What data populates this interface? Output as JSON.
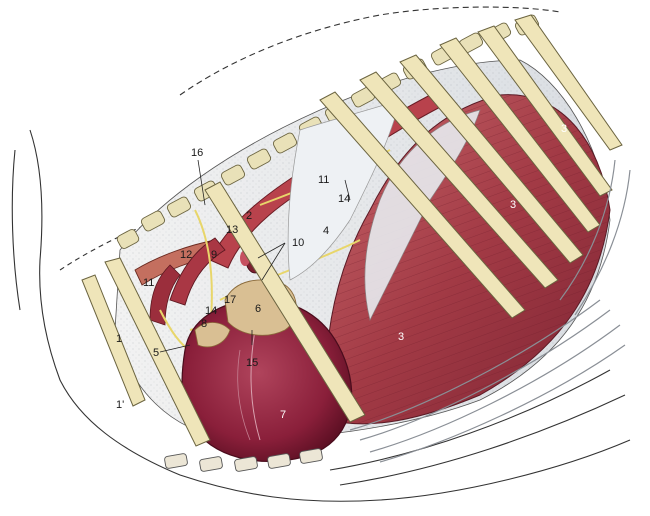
{
  "figure": {
    "subject": "anatomical-illustration-thorax-left-lateral",
    "labels": {
      "l1": "1",
      "l1p": "1'",
      "l2": "2",
      "l3a": "3",
      "l3b": "3",
      "l3c": "3",
      "l4": "4",
      "l5": "5",
      "l6": "6",
      "l7": "7",
      "l8": "8",
      "l9": "9",
      "l10": "10",
      "l11a": "11",
      "l11b": "11",
      "l12": "12",
      "l13": "13",
      "l14a": "14",
      "l14b": "14",
      "l15": "15",
      "l16": "16",
      "l17": "17"
    }
  }
}
